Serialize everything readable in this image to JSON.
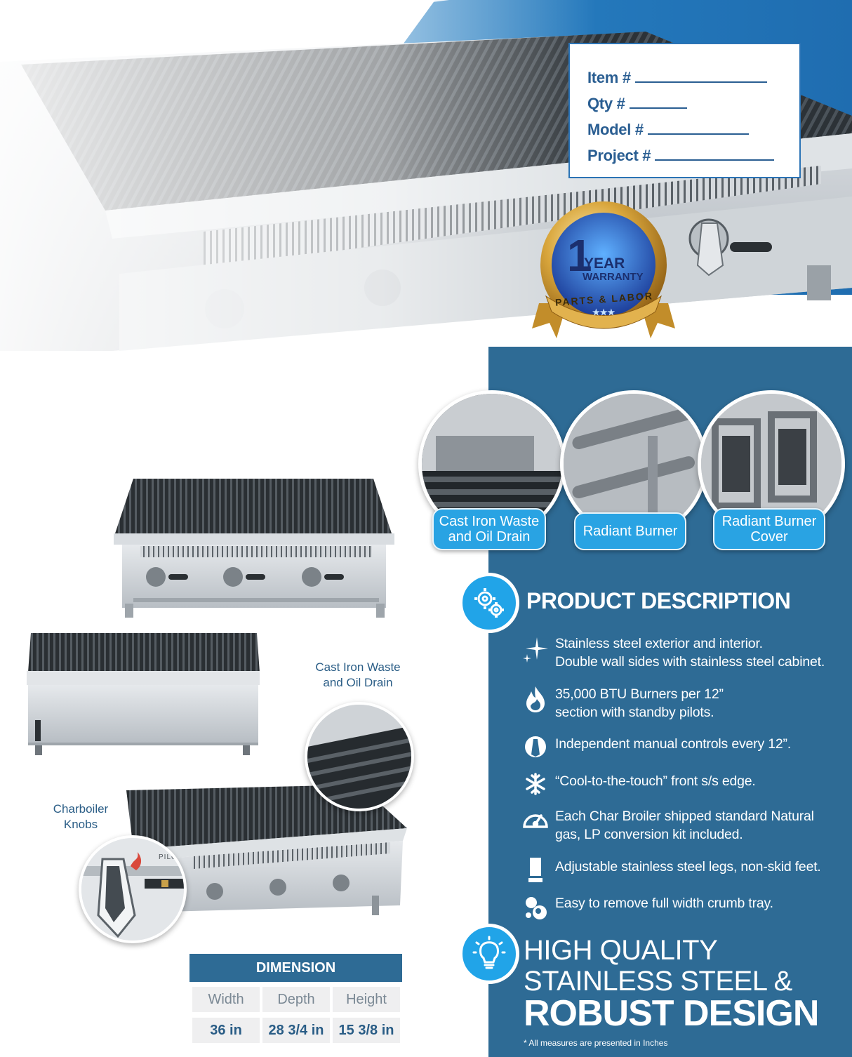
{
  "form": {
    "item_label": "Item #",
    "qty_label": "Qty #",
    "model_label": "Model #",
    "project_label": "Project #"
  },
  "warranty_badge": {
    "number": "1",
    "line1": "YEAR",
    "line2": "WARRANTY",
    "line3": "PARTS & LABOR",
    "stars": "★★★"
  },
  "features": [
    {
      "label": "Cast Iron Waste\nand Oil Drain"
    },
    {
      "label": "Radiant Burner"
    },
    {
      "label": "Radiant Burner\nCover"
    }
  ],
  "product_description": {
    "title": "PRODUCT DESCRIPTION",
    "items": [
      {
        "icon": "sparkle-icon",
        "text": "Stainless steel exterior and interior.\nDouble wall sides with stainless steel cabinet."
      },
      {
        "icon": "flame-icon",
        "text": "35,000 BTU Burners per 12”\nsection with standby pilots."
      },
      {
        "icon": "control-knob-icon",
        "text": "Independent manual controls every 12”."
      },
      {
        "icon": "snowflake-icon",
        "text": "“Cool-to-the-touch” front s/s edge."
      },
      {
        "icon": "gauge-icon",
        "text": "Each Char Broiler shipped standard Natural\ngas, LP conversion kit included."
      },
      {
        "icon": "leg-icon",
        "text": "Adjustable stainless steel legs, non-skid feet."
      },
      {
        "icon": "bubbles-icon",
        "text": "Easy to remove full width crumb tray."
      }
    ]
  },
  "tagline": {
    "line1": "HIGH QUALITY",
    "line2": "STAINLESS STEEL &",
    "line3": "ROBUST DESIGN",
    "footnote": "* All measures are presented in Inches"
  },
  "callouts": {
    "drain": "Cast Iron Waste\nand Oil Drain",
    "knobs": "Charboiler\nKnobs",
    "pilot_text": "PILOT"
  },
  "dimension": {
    "title": "DIMENSION",
    "headers": [
      "Width",
      "Depth",
      "Height"
    ],
    "values": [
      "36 in",
      "28 3/4 in",
      "15 3/8 in"
    ]
  },
  "colors": {
    "panel_blue": "#2e6b95",
    "accent_blue": "#29a3e3",
    "text_blue": "#2a5d86"
  }
}
